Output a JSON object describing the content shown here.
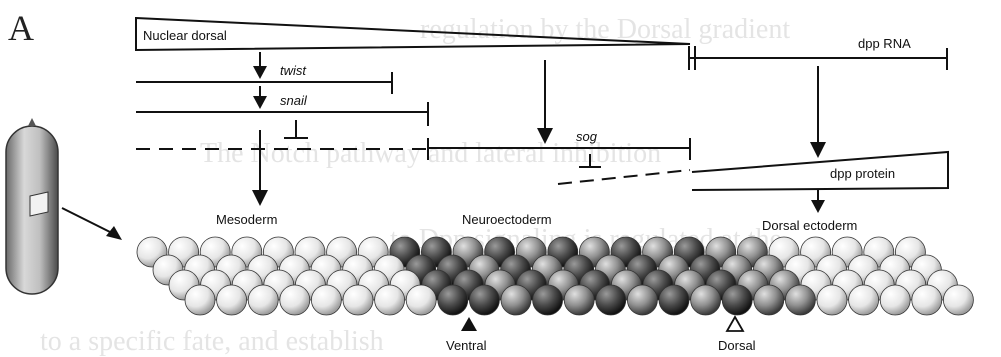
{
  "panel_label": "A",
  "labels": {
    "nuclear_dorsal": "Nuclear dorsal",
    "dpp_rna": "dpp RNA",
    "twist": "twist",
    "snail": "snail",
    "sog": "sog",
    "dpp_protein": "dpp protein",
    "mesoderm": "Mesoderm",
    "neuroectoderm": "Neuroectoderm",
    "dorsal_ectoderm": "Dorsal ectoderm",
    "ventral": "Ventral",
    "dorsal": "Dorsal"
  },
  "bleed_through_text": [
    "The Notch pathway and lateral inhibition",
    "to Dpp signaling is regulated at the",
    "regulation by the Dorsal gradient",
    "to a specific fate, and establish"
  ],
  "colors": {
    "line": "#111111",
    "cell_light": "#e8e8e8",
    "cell_mid": "#9a9a9a",
    "cell_dark": "#505050"
  }
}
